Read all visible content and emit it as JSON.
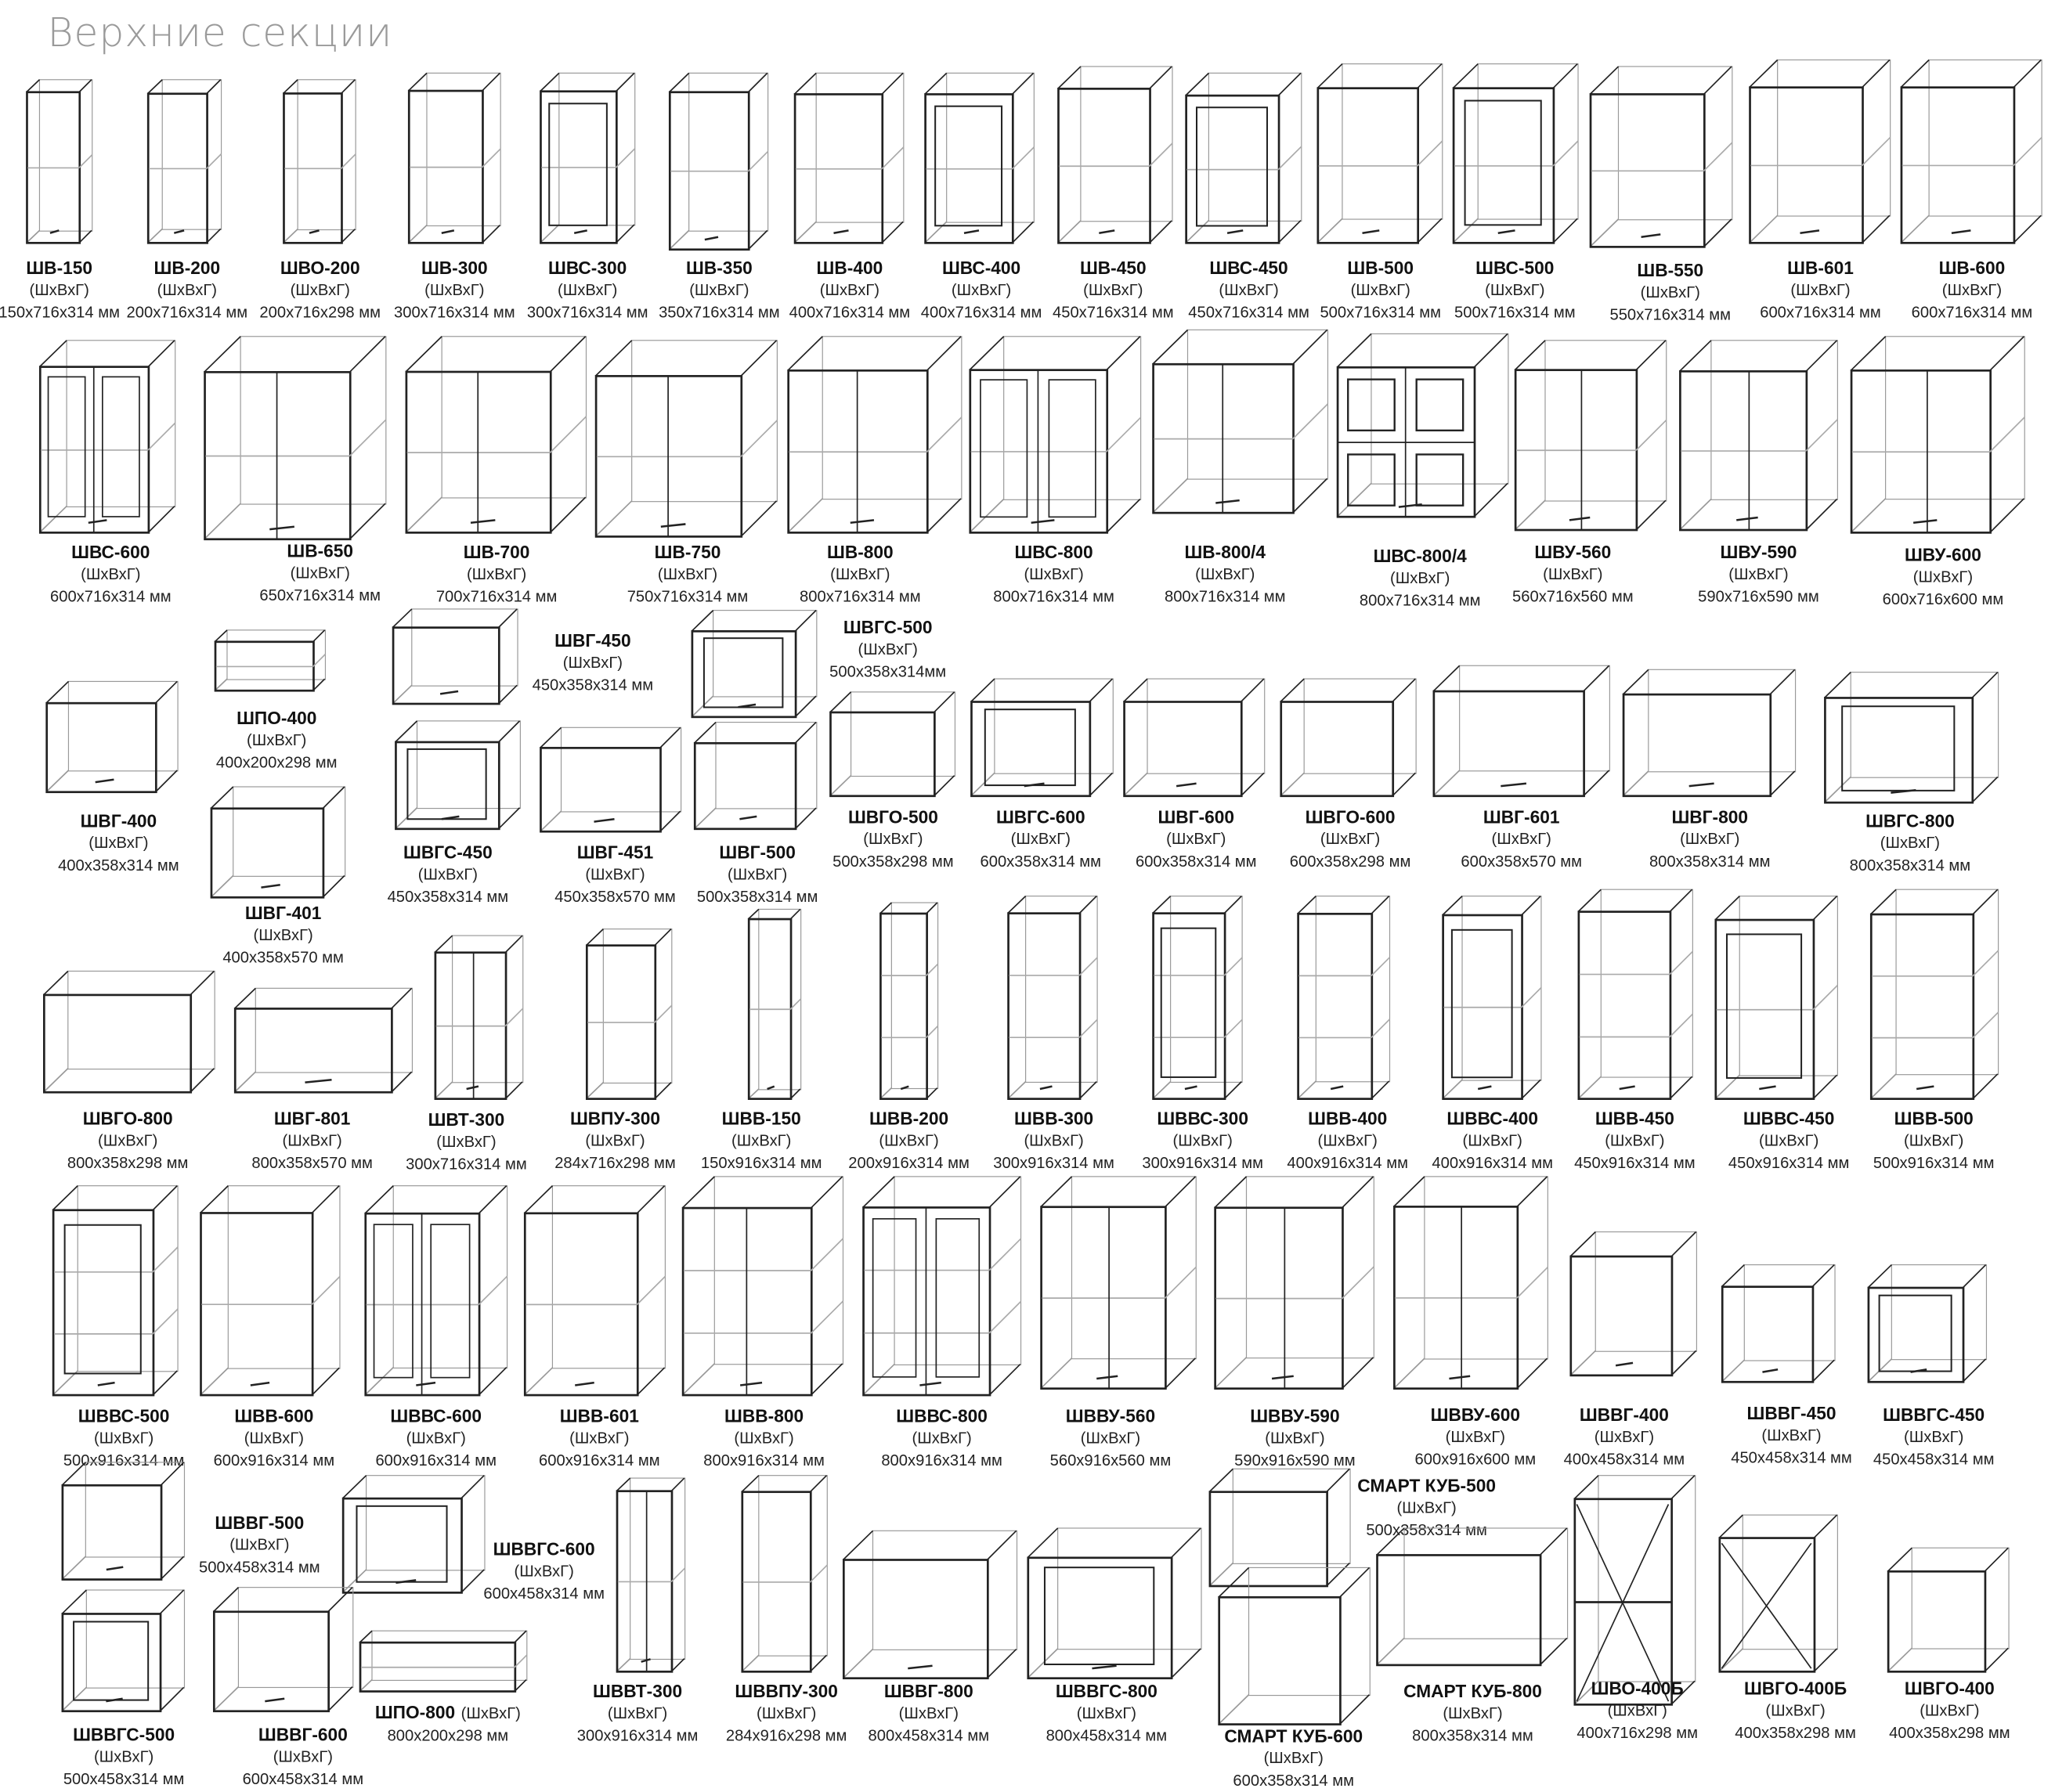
{
  "page_title": "Верхние секции",
  "dims_caption": "(ШхВхГ)",
  "items": [
    {
      "name": "ШВ-150",
      "dims": "150x716x314 мм"
    },
    {
      "name": "ШВ-200",
      "dims": "200x716x314 мм"
    },
    {
      "name": "ШВО-200",
      "dims": "200x716x298 мм"
    },
    {
      "name": "ШВ-300",
      "dims": "300x716x314 мм"
    },
    {
      "name": "ШВС-300",
      "dims": "300x716x314 мм"
    },
    {
      "name": "ШВ-350",
      "dims": "350x716x314 мм"
    },
    {
      "name": "ШВ-400",
      "dims": "400x716x314 мм"
    },
    {
      "name": "ШВС-400",
      "dims": "400x716x314 мм"
    },
    {
      "name": "ШВ-450",
      "dims": "450x716x314 мм"
    },
    {
      "name": "ШВС-450",
      "dims": "450x716x314 мм"
    },
    {
      "name": "ШВ-500",
      "dims": "500x716x314 мм"
    },
    {
      "name": "ШВС-500",
      "dims": "500x716x314 мм"
    },
    {
      "name": "ШВ-550",
      "dims": "550x716x314 мм"
    },
    {
      "name": "ШВ-601",
      "dims": "600x716x314 мм"
    },
    {
      "name": "ШВ-600",
      "dims": "600x716x314 мм"
    },
    {
      "name": "ШВС-600",
      "dims": "600x716x314 мм"
    },
    {
      "name": "ШВ-650",
      "dims": "650x716x314 мм"
    },
    {
      "name": "ШВ-700",
      "dims": "700x716x314 мм"
    },
    {
      "name": "ШВ-750",
      "dims": "750x716x314 мм"
    },
    {
      "name": "ШВ-800",
      "dims": "800x716x314 мм"
    },
    {
      "name": "ШВС-800",
      "dims": "800x716x314 мм"
    },
    {
      "name": "ШВ-800/4",
      "dims": "800x716x314 мм"
    },
    {
      "name": "ШВС-800/4",
      "dims": "800x716x314 мм"
    },
    {
      "name": "ШВУ-560",
      "dims": "560x716x560 мм"
    },
    {
      "name": "ШВУ-590",
      "dims": "590x716x590 мм"
    },
    {
      "name": "ШВУ-600",
      "dims": "600x716x600 мм"
    },
    {
      "name": "ШВГ-400",
      "dims": "400x358x314 мм"
    },
    {
      "name": "ШПО-400",
      "dims": "400x200x298 мм"
    },
    {
      "name": "ШВГ-401",
      "dims": "400x358x570 мм"
    },
    {
      "name": "ШВГ-450",
      "dims": "450x358x314 мм"
    },
    {
      "name": "ШВГС-450",
      "dims": "450x358x314 мм"
    },
    {
      "name": "ШВГ-451",
      "dims": "450x358x570 мм"
    },
    {
      "name": "ШВГС-500",
      "dims": "500x358x314мм"
    },
    {
      "name": "ШВГ-500",
      "dims": "500x358x314 мм"
    },
    {
      "name": "ШВГО-500",
      "dims": "500x358x298 мм"
    },
    {
      "name": "ШВГС-600",
      "dims": "600x358x314 мм"
    },
    {
      "name": "ШВГ-600",
      "dims": "600x358x314 мм"
    },
    {
      "name": "ШВГО-600",
      "dims": "600x358x298 мм"
    },
    {
      "name": "ШВГ-601",
      "dims": "600x358x570 мм"
    },
    {
      "name": "ШВГ-800",
      "dims": "800x358x314 мм"
    },
    {
      "name": "ШВГС-800",
      "dims": "800x358x314 мм"
    },
    {
      "name": "ШВГО-800",
      "dims": "800x358x298 мм"
    },
    {
      "name": "ШВГ-801",
      "dims": "800x358x570 мм"
    },
    {
      "name": "ШВТ-300",
      "dims": "300x716x314 мм"
    },
    {
      "name": "ШВПУ-300",
      "dims": "284x716x298 мм"
    },
    {
      "name": "ШВВ-150",
      "dims": "150x916x314 мм"
    },
    {
      "name": "ШВВ-200",
      "dims": "200x916x314 мм"
    },
    {
      "name": "ШВВ-300",
      "dims": "300x916x314 мм"
    },
    {
      "name": "ШВВС-300",
      "dims": "300x916x314 мм"
    },
    {
      "name": "ШВВ-400",
      "dims": "400x916x314 мм"
    },
    {
      "name": "ШВВС-400",
      "dims": "400x916x314 мм"
    },
    {
      "name": "ШВВ-450",
      "dims": "450x916x314 мм"
    },
    {
      "name": "ШВВС-450",
      "dims": "450x916x314 мм"
    },
    {
      "name": "ШВВ-500",
      "dims": "500x916x314 мм"
    },
    {
      "name": "ШВВС-500",
      "dims": "500x916x314 мм"
    },
    {
      "name": "ШВВ-600",
      "dims": "600x916x314 мм"
    },
    {
      "name": "ШВВС-600",
      "dims": "600x916x314 мм"
    },
    {
      "name": "ШВВ-601",
      "dims": "600x916x314 мм"
    },
    {
      "name": "ШВВ-800",
      "dims": "800x916x314 мм"
    },
    {
      "name": "ШВВС-800",
      "dims": "800x916x314 мм"
    },
    {
      "name": "ШВВУ-560",
      "dims": "560x916x560 мм"
    },
    {
      "name": "ШВВУ-590",
      "dims": "590x916x590 мм"
    },
    {
      "name": "ШВВУ-600",
      "dims": "600x916x600 мм"
    },
    {
      "name": "ШВВГ-400",
      "dims": "400x458x314 мм"
    },
    {
      "name": "ШВВГ-450",
      "dims": "450x458x314 мм"
    },
    {
      "name": "ШВВГС-450",
      "dims": "450x458x314 мм"
    },
    {
      "name": "ШВВГ-500",
      "dims": "500x458x314 мм"
    },
    {
      "name": "ШВВГС-600",
      "dims": "600x458x314 мм"
    },
    {
      "name": "ШВВГС-500",
      "dims": "500x458x314 мм"
    },
    {
      "name": "ШВВГ-600",
      "dims": "600x458x314 мм"
    },
    {
      "name": "ШПО-800",
      "dims": "800x200x298 мм"
    },
    {
      "name": "ШВВТ-300",
      "dims": "300x916x314 мм"
    },
    {
      "name": "ШВВПУ-300",
      "dims": "284x916x298 мм"
    },
    {
      "name": "ШВВГ-800",
      "dims": "800x458x314 мм"
    },
    {
      "name": "ШВВГС-800",
      "dims": "800x458x314 мм"
    },
    {
      "name": "СМАРТ КУБ-500",
      "dims": "500x358x314 мм"
    },
    {
      "name": "СМАРТ КУБ-600",
      "dims": "600x358x314 мм"
    },
    {
      "name": "СМАРТ КУБ-800",
      "dims": "800x358x314 мм"
    },
    {
      "name": "ШВО-400Б",
      "dims": "400x716x298 мм"
    },
    {
      "name": "ШВГО-400Б",
      "dims": "400x358x298 мм"
    },
    {
      "name": "ШВГО-400",
      "dims": "400x358x298 мм"
    }
  ]
}
